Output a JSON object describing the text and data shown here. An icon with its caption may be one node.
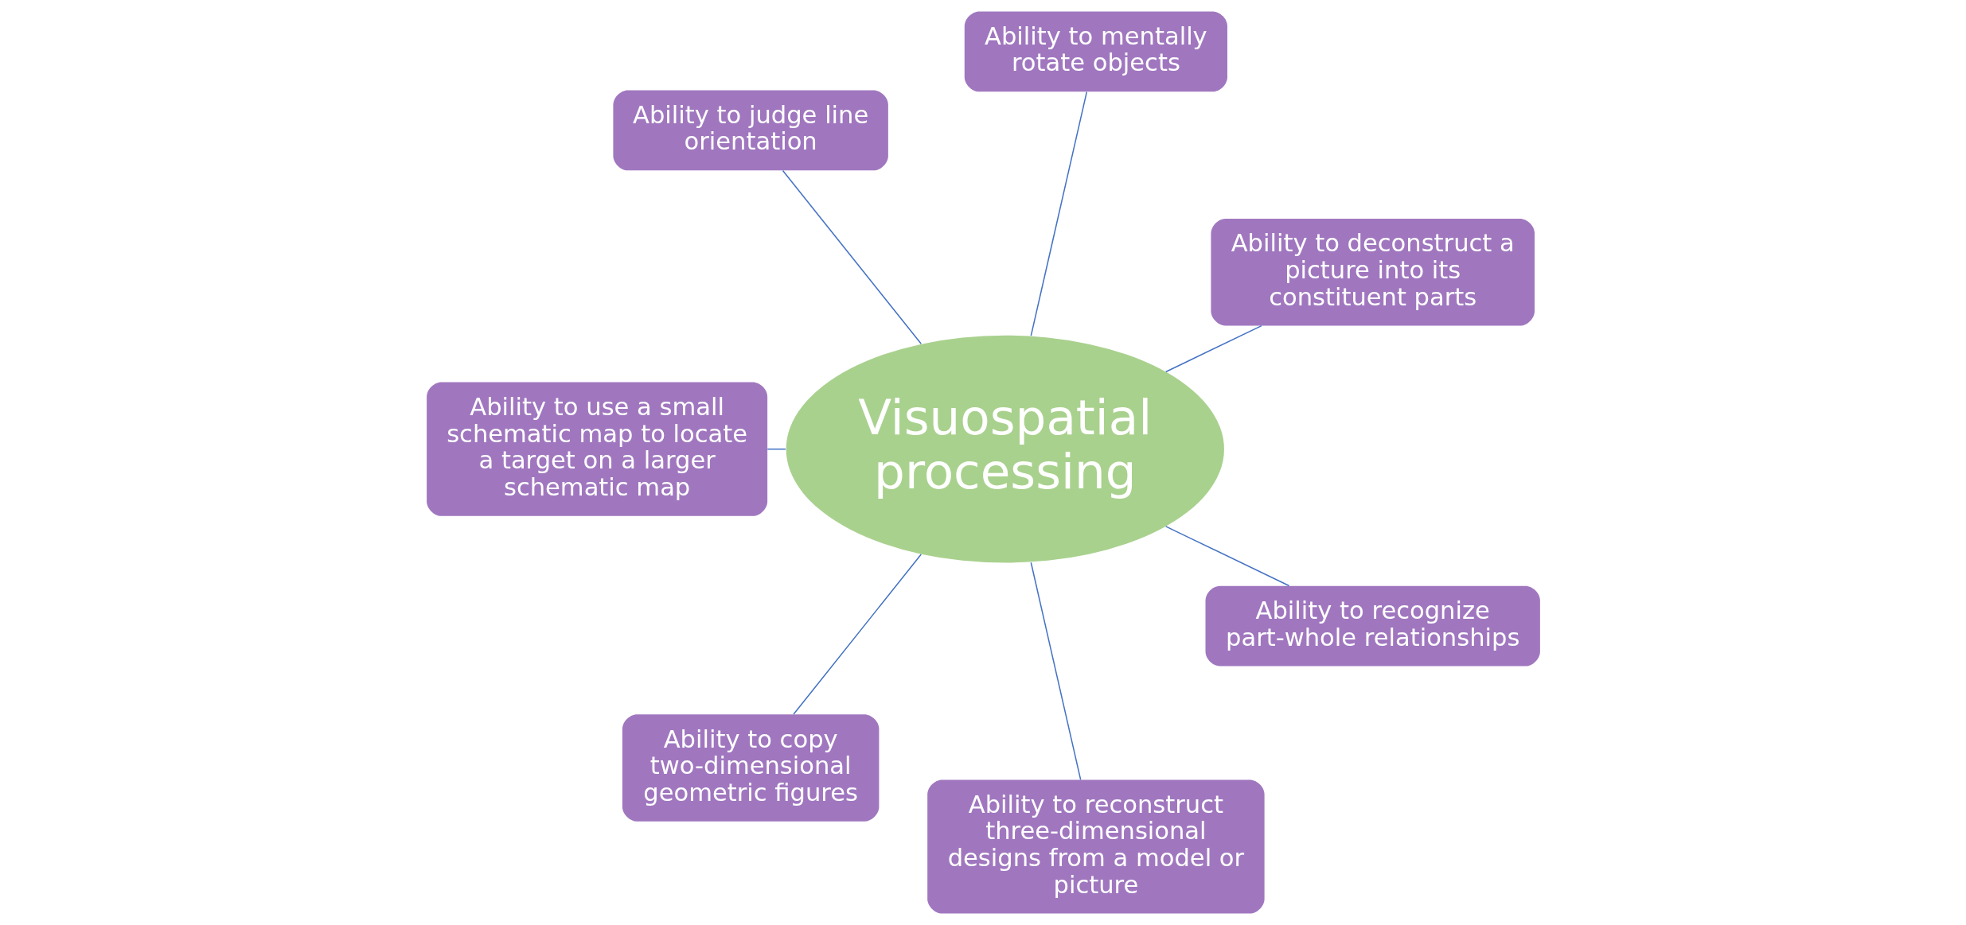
{
  "diagram": {
    "nodes": [
      {
        "text": [
          "Visuospatial processing"
        ]
      },
      {
        "text": [
          "Ability to deconstruct a picture into its constituent parts"
        ]
      },
      {
        "text": [
          "Ability to mentally rotate objects"
        ]
      },
      {
        "text": [
          "Ability to judge line orientation"
        ]
      },
      {
        "text": [
          "Ability to use a small schematic map to locate a target on a larger schematic map"
        ]
      },
      {
        "text": [
          "Ability to copy two-dimensional geometric figures"
        ]
      },
      {
        "text": [
          "Ability to reconstruct three-dimensional designs from a model or picture"
        ]
      },
      {
        "text": [
          "Ability to recognize part-whole relationships"
        ]
      }
    ],
    "edges": [
      {
        "from": 0,
        "to": 1,
        "arrow": "none"
      },
      {
        "from": 0,
        "to": 2,
        "arrow": "none"
      },
      {
        "from": 0,
        "to": 3,
        "arrow": "none"
      },
      {
        "from": 0,
        "to": 4,
        "arrow": "none"
      },
      {
        "from": 0,
        "to": 5,
        "arrow": "none"
      },
      {
        "from": 0,
        "to": 6,
        "arrow": "none"
      },
      {
        "from": 0,
        "to": 7,
        "arrow": "none"
      }
    ]
  }
}
